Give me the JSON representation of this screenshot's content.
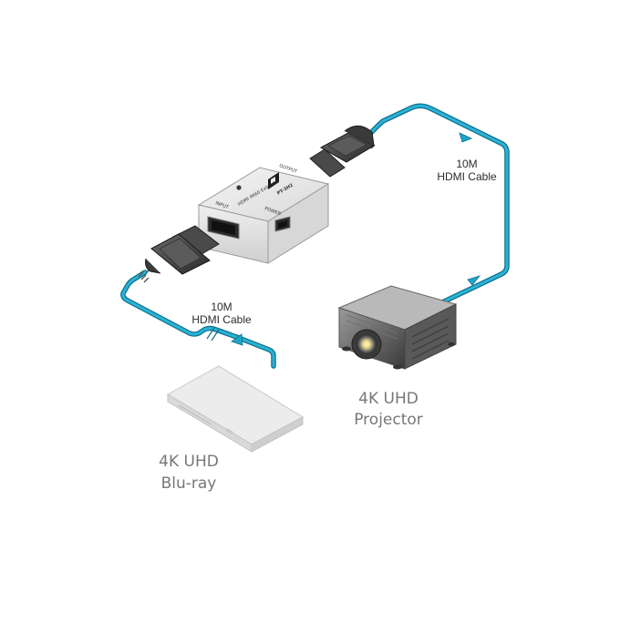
{
  "cable_top": {
    "line1": "10M",
    "line2": "HDMI Cable"
  },
  "cable_bottom": {
    "line1": "10M",
    "line2": "HDMI Cable"
  },
  "projector": {
    "line1": "4K UHD",
    "line2": "Projector"
  },
  "bluray": {
    "line1": "4K UHD",
    "line2": "Blu-ray"
  },
  "extender": {
    "input_label": "INPUT",
    "output_label": "OUTPUT",
    "power_label": "POWER",
    "model": "PT-3H2",
    "description": "HDMI 4K60 Extender"
  },
  "colors": {
    "cable": "#1ea6c9",
    "cable_outline": "#0f6f8a",
    "label_text": "#777777"
  }
}
